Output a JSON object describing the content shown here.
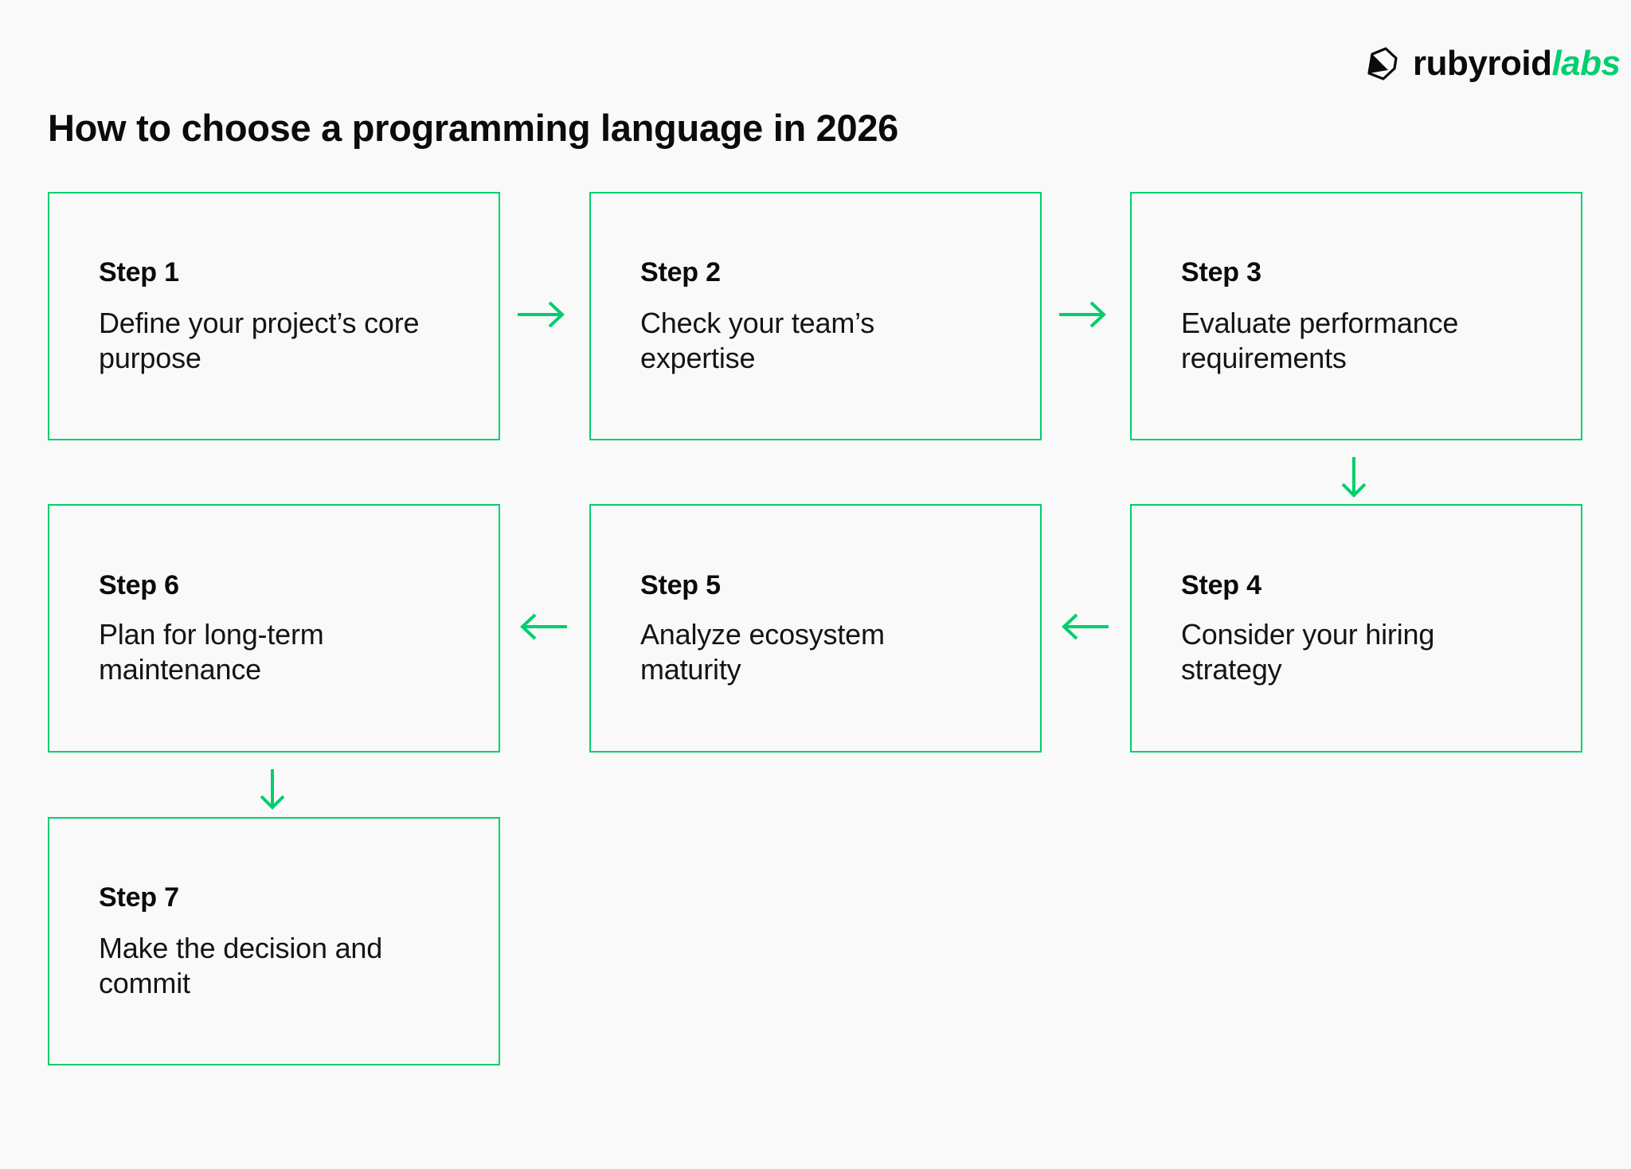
{
  "brand": {
    "name_primary": "rubyroid",
    "name_secondary": "labs",
    "logo_icon": "gem-logo-icon",
    "accent_color": "#00cf6d",
    "text_color": "#0b0b0b"
  },
  "page": {
    "title": "How to choose a programming language in 2026",
    "background_color": "#f9f9f9"
  },
  "diagram": {
    "type": "flowchart",
    "layout": "boustrophedon-3-columns",
    "steps": [
      {
        "label": "Step 1",
        "text": "Define your project’s core purpose"
      },
      {
        "label": "Step 2",
        "text": "Check your team’s expertise"
      },
      {
        "label": "Step 3",
        "text": "Evaluate performance requirements"
      },
      {
        "label": "Step 4",
        "text": " Consider your hiring strategy"
      },
      {
        "label": "Step 5",
        "text": "Analyze ecosystem maturity"
      },
      {
        "label": "Step 6",
        "text": "Plan for long-term maintenance"
      },
      {
        "label": "Step 7",
        "text": "Make the decision and commit"
      }
    ],
    "connectors": [
      {
        "from": "Step 1",
        "to": "Step 2",
        "direction": "right",
        "icon": "arrow-right-icon"
      },
      {
        "from": "Step 2",
        "to": "Step 3",
        "direction": "right",
        "icon": "arrow-right-icon"
      },
      {
        "from": "Step 3",
        "to": "Step 4",
        "direction": "down",
        "icon": "arrow-down-icon"
      },
      {
        "from": "Step 4",
        "to": "Step 5",
        "direction": "left",
        "icon": "arrow-left-icon"
      },
      {
        "from": "Step 5",
        "to": "Step 6",
        "direction": "left",
        "icon": "arrow-left-icon"
      },
      {
        "from": "Step 6",
        "to": "Step 7",
        "direction": "down",
        "icon": "arrow-down-icon"
      }
    ]
  }
}
